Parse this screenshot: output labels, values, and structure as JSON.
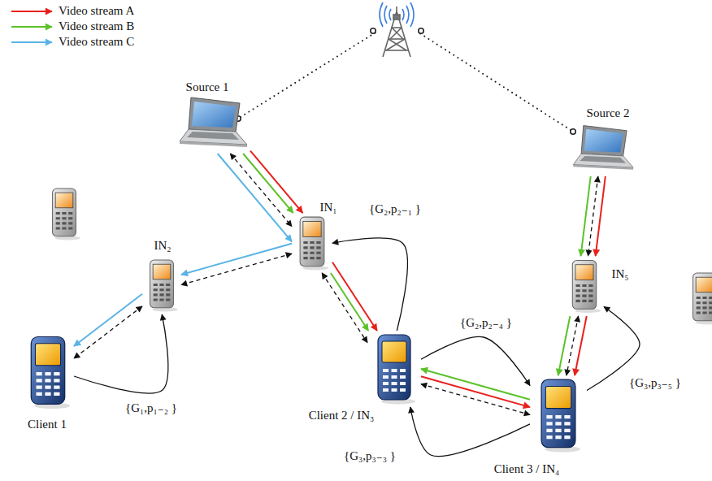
{
  "diagram": {
    "nodes": [
      {
        "text": [
          "Source 1"
        ]
      },
      {
        "text": [
          "Source 2"
        ]
      },
      {
        "text": [
          "IN₁"
        ]
      },
      {
        "text": [
          "IN₂"
        ]
      },
      {
        "text": [
          "IN₅"
        ]
      },
      {
        "text": [
          "Client 1"
        ]
      },
      {
        "text": [
          "Client 2 / IN₃"
        ]
      },
      {
        "text": [
          "Client 3 / IN₄"
        ]
      }
    ],
    "edges": [
      {
        "from": 0,
        "to": 2,
        "arrow": "to"
      },
      {
        "from": 0,
        "to": 2,
        "arrow": "to"
      },
      {
        "from": 0,
        "to": 2,
        "arrow": "to"
      },
      {
        "from": 0,
        "to": 2,
        "arrow": "both"
      },
      {
        "from": 2,
        "to": 3,
        "arrow": "to"
      },
      {
        "from": 2,
        "to": 3,
        "arrow": "both"
      },
      {
        "from": 3,
        "to": 5,
        "arrow": "to"
      },
      {
        "from": 3,
        "to": 5,
        "arrow": "both"
      },
      {
        "from": 5,
        "to": 3,
        "label": "{G₁,p₁₋₂ }",
        "arrow": "to"
      },
      {
        "from": 2,
        "to": 6,
        "arrow": "to"
      },
      {
        "from": 2,
        "to": 6,
        "arrow": "to"
      },
      {
        "from": 2,
        "to": 6,
        "arrow": "both"
      },
      {
        "from": 6,
        "to": 2,
        "label": "{G₂,p₂₋₁ }",
        "arrow": "to"
      },
      {
        "from": 6,
        "to": 7,
        "label": "{G₂,p₂₋₄ }",
        "arrow": "to"
      },
      {
        "from": 6,
        "to": 7,
        "arrow": "to"
      },
      {
        "from": 7,
        "to": 6,
        "arrow": "to"
      },
      {
        "from": 6,
        "to": 7,
        "arrow": "both"
      },
      {
        "from": 7,
        "to": 6,
        "label": "{G₃,p₃₋₃ }",
        "arrow": "to"
      },
      {
        "from": 7,
        "to": 4,
        "label": "{G₃,p₃₋₅ }",
        "arrow": "to"
      },
      {
        "from": 1,
        "to": 4,
        "arrow": "to"
      },
      {
        "from": 1,
        "to": 4,
        "arrow": "to"
      },
      {
        "from": 1,
        "to": 4,
        "arrow": "both"
      },
      {
        "from": 4,
        "to": 7,
        "arrow": "to"
      },
      {
        "from": 4,
        "to": 7,
        "arrow": "to"
      },
      {
        "from": 4,
        "to": 7,
        "arrow": "both"
      }
    ],
    "legend": [
      {
        "text": "Video stream A"
      },
      {
        "text": "Video stream B"
      },
      {
        "text": "Video stream C"
      }
    ]
  }
}
